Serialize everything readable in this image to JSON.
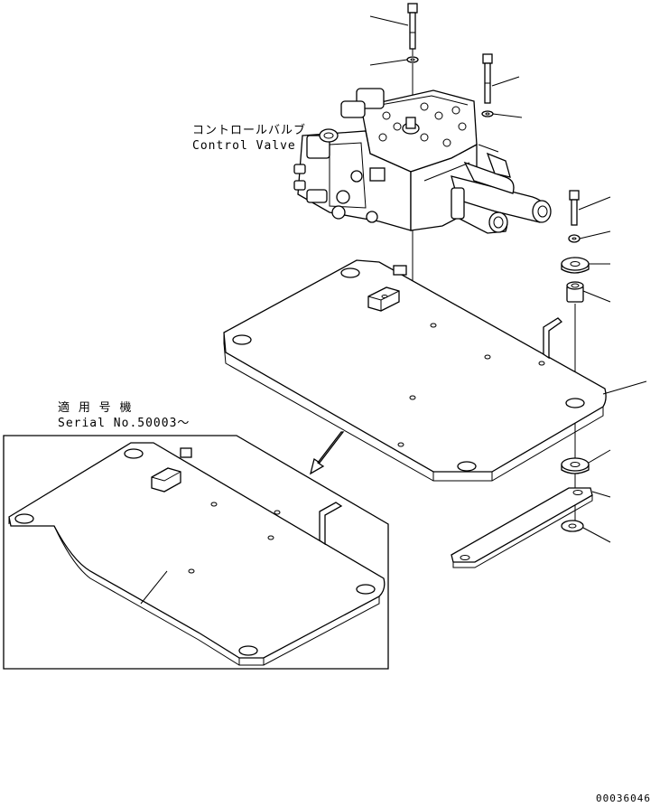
{
  "labels": {
    "control_valve_jp": "コントロールバルブ",
    "control_valve_en": "Control Valve",
    "serial_jp": "適 用 号 機",
    "serial_en": "Serial No.50003～",
    "drawing_number": "00036046"
  },
  "colors": {
    "line": "#000000",
    "background": "#ffffff"
  }
}
